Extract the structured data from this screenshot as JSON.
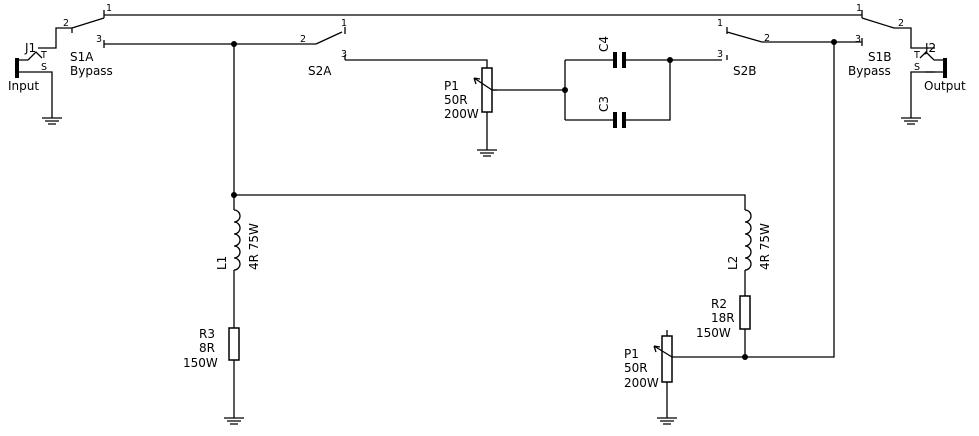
{
  "components": {
    "j1": {
      "ref": "J1",
      "tip": "T",
      "sleeve": "S",
      "label": "Input"
    },
    "j2": {
      "ref": "J2",
      "tip": "T",
      "sleeve": "S",
      "label": "Output"
    },
    "s1a": {
      "ref": "S1A",
      "name": "Bypass",
      "pins": [
        "1",
        "2",
        "3"
      ]
    },
    "s1b": {
      "ref": "S1B",
      "name": "Bypass",
      "pins": [
        "1",
        "2",
        "3"
      ]
    },
    "s2a": {
      "ref": "S2A",
      "pins": [
        "1",
        "2",
        "3"
      ]
    },
    "s2b": {
      "ref": "S2B",
      "pins": [
        "1",
        "2",
        "3"
      ]
    },
    "p1_top": {
      "ref": "P1",
      "value": "50R",
      "power": "200W"
    },
    "p1_bottom": {
      "ref": "P1",
      "value": "50R",
      "power": "200W"
    },
    "c3": {
      "ref": "C3"
    },
    "c4": {
      "ref": "C4"
    },
    "l1": {
      "ref": "L1",
      "value": "4R 75W"
    },
    "l2": {
      "ref": "L2",
      "value": "4R 75W"
    },
    "r2": {
      "ref": "R2",
      "value": "18R",
      "power": "150W"
    },
    "r3": {
      "ref": "R3",
      "value": "8R",
      "power": "150W"
    }
  }
}
